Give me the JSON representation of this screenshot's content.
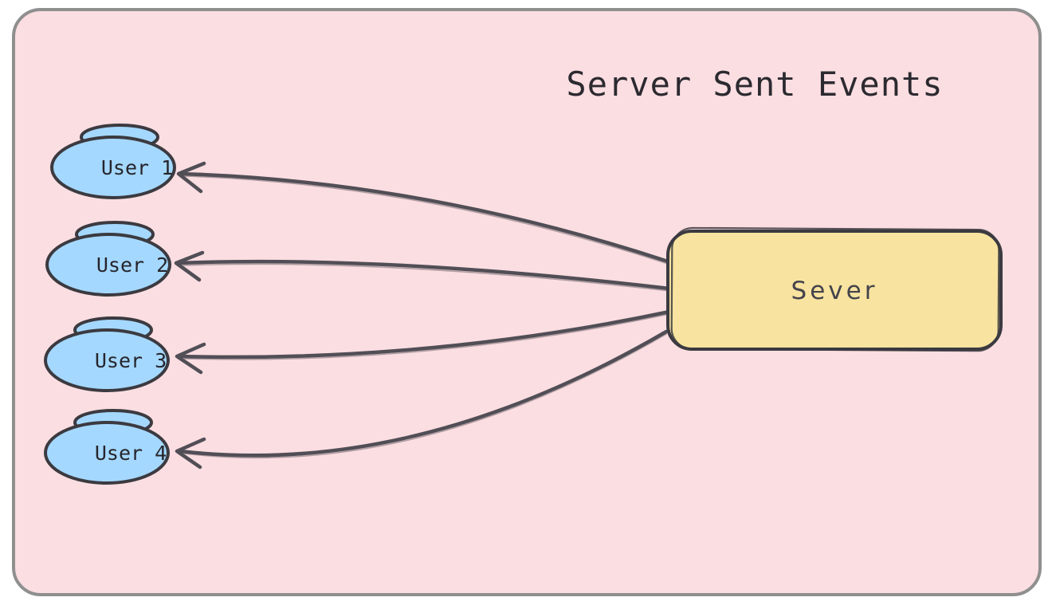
{
  "diagram": {
    "title": "Server Sent Events",
    "server": {
      "label": "Sever"
    },
    "users": [
      {
        "label": "User 1"
      },
      {
        "label": "User 2"
      },
      {
        "label": "User 3"
      },
      {
        "label": "User 4"
      }
    ]
  },
  "colors": {
    "page_bg": "#ffffff",
    "frame_fill": "#fbdee1",
    "frame_border": "#8f8f8f",
    "user_fill": "#a5d8ff",
    "server_fill": "#f8e4a0",
    "shape_stroke": "#3b3a40",
    "arrow_stroke": "#514e56",
    "title_text": "#2b2a30",
    "server_text": "#45434c"
  }
}
